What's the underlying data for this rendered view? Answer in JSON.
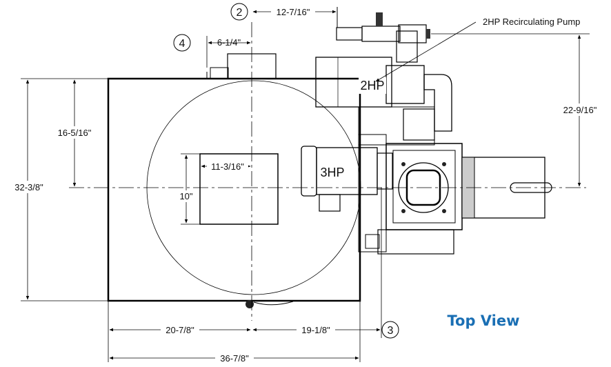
{
  "title": "Top View",
  "pump_label": "2HP Recirculating Pump",
  "motor_labels": {
    "small": "2HP",
    "large": "3HP"
  },
  "callouts": [
    "2",
    "3",
    "4"
  ],
  "dimensions": {
    "top_offset": "12-7/16\"",
    "outlet_offset": "6-1/4\"",
    "overall_height": "32-3/8\"",
    "upper_height": "16-5/16\"",
    "right_height": "22-9/16\"",
    "opening_width": "11-3/16\"",
    "opening_height": "10\"",
    "left_width": "20-7/8\"",
    "right_width": "19-1/8\"",
    "overall_width": "36-7/8\""
  },
  "colors": {
    "title": "#1a6fb4",
    "line": "#000000"
  }
}
